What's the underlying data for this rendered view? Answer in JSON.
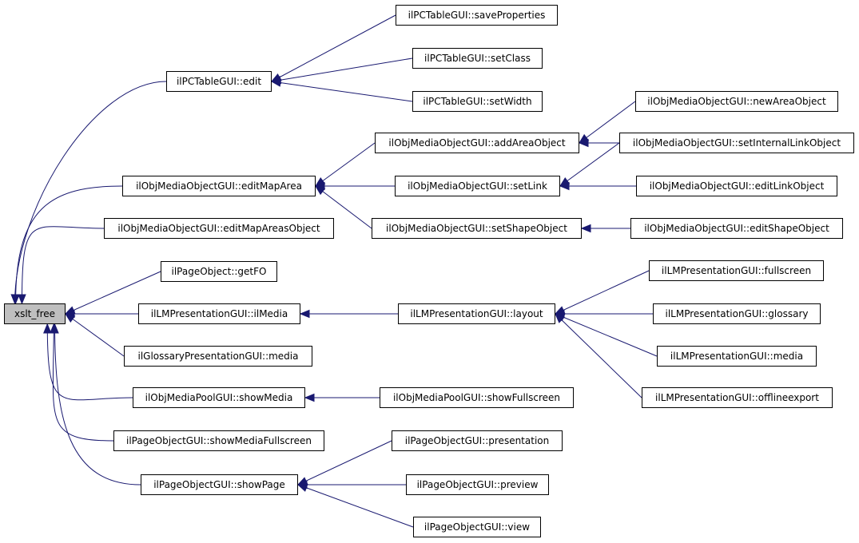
{
  "colors": {
    "edge": "#191970",
    "root_fill": "#bfbfbf",
    "node_fill": "#ffffff",
    "node_border": "#000000"
  },
  "nodes": {
    "xslt_free": "xslt_free",
    "pc_edit": "ilPCTableGUI::edit",
    "pc_saveProperties": "ilPCTableGUI::saveProperties",
    "pc_setClass": "ilPCTableGUI::setClass",
    "pc_setWidth": "ilPCTableGUI::setWidth",
    "mo_editMapArea": "ilObjMediaObjectGUI::editMapArea",
    "mo_addAreaObject": "ilObjMediaObjectGUI::addAreaObject",
    "mo_newAreaObject": "ilObjMediaObjectGUI::newAreaObject",
    "mo_setInternalLinkObject": "ilObjMediaObjectGUI::setInternalLinkObject",
    "mo_setLink": "ilObjMediaObjectGUI::setLink",
    "mo_editLinkObject": "ilObjMediaObjectGUI::editLinkObject",
    "mo_setShapeObject": "ilObjMediaObjectGUI::setShapeObject",
    "mo_editShapeObject": "ilObjMediaObjectGUI::editShapeObject",
    "mo_editMapAreasObject": "ilObjMediaObjectGUI::editMapAreasObject",
    "po_getFO": "ilPageObject::getFO",
    "lm_ilMedia": "ilLMPresentationGUI::ilMedia",
    "lm_layout": "ilLMPresentationGUI::layout",
    "lm_fullscreen": "ilLMPresentationGUI::fullscreen",
    "lm_glossary": "ilLMPresentationGUI::glossary",
    "lm_media": "ilLMPresentationGUI::media",
    "lm_offlineexport": "ilLMPresentationGUI::offlineexport",
    "gl_media": "ilGlossaryPresentationGUI::media",
    "mp_showMedia": "ilObjMediaPoolGUI::showMedia",
    "mp_showFullscreen": "ilObjMediaPoolGUI::showFullscreen",
    "pog_showMediaFullscreen": "ilPageObjectGUI::showMediaFullscreen",
    "pog_showPage": "ilPageObjectGUI::showPage",
    "pog_presentation": "ilPageObjectGUI::presentation",
    "pog_preview": "ilPageObjectGUI::preview",
    "pog_view": "ilPageObjectGUI::view"
  },
  "edges": [
    {
      "from": "pc_edit",
      "to": "xslt_free"
    },
    {
      "from": "mo_editMapArea",
      "to": "xslt_free"
    },
    {
      "from": "mo_editMapAreasObject",
      "to": "xslt_free"
    },
    {
      "from": "po_getFO",
      "to": "xslt_free"
    },
    {
      "from": "lm_ilMedia",
      "to": "xslt_free"
    },
    {
      "from": "gl_media",
      "to": "xslt_free"
    },
    {
      "from": "mp_showMedia",
      "to": "xslt_free"
    },
    {
      "from": "pog_showMediaFullscreen",
      "to": "xslt_free"
    },
    {
      "from": "pog_showPage",
      "to": "xslt_free"
    },
    {
      "from": "pc_saveProperties",
      "to": "pc_edit"
    },
    {
      "from": "pc_setClass",
      "to": "pc_edit"
    },
    {
      "from": "pc_setWidth",
      "to": "pc_edit"
    },
    {
      "from": "mo_addAreaObject",
      "to": "mo_editMapArea"
    },
    {
      "from": "mo_setLink",
      "to": "mo_editMapArea"
    },
    {
      "from": "mo_setShapeObject",
      "to": "mo_editMapArea"
    },
    {
      "from": "mo_newAreaObject",
      "to": "mo_addAreaObject"
    },
    {
      "from": "mo_setInternalLinkObject",
      "to": "mo_addAreaObject"
    },
    {
      "from": "mo_setInternalLinkObject",
      "to": "mo_setLink"
    },
    {
      "from": "mo_editLinkObject",
      "to": "mo_setLink"
    },
    {
      "from": "mo_editShapeObject",
      "to": "mo_setShapeObject"
    },
    {
      "from": "lm_layout",
      "to": "lm_ilMedia"
    },
    {
      "from": "lm_fullscreen",
      "to": "lm_layout"
    },
    {
      "from": "lm_glossary",
      "to": "lm_layout"
    },
    {
      "from": "lm_media",
      "to": "lm_layout"
    },
    {
      "from": "lm_offlineexport",
      "to": "lm_layout"
    },
    {
      "from": "mp_showFullscreen",
      "to": "mp_showMedia"
    },
    {
      "from": "pog_presentation",
      "to": "pog_showPage"
    },
    {
      "from": "pog_preview",
      "to": "pog_showPage"
    },
    {
      "from": "pog_view",
      "to": "pog_showPage"
    }
  ]
}
